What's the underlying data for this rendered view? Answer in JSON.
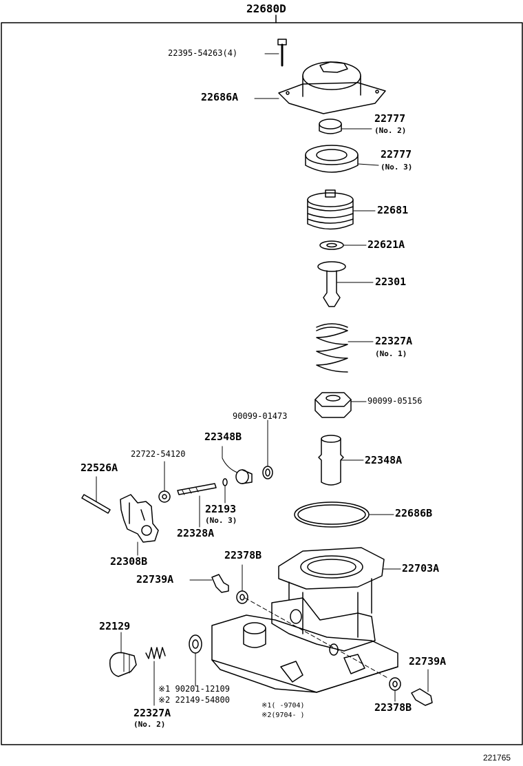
{
  "assembly": {
    "label": "22680D"
  },
  "diagram_ref": "221765",
  "parts": {
    "p_22395": "22395-54263(4)",
    "p_22686A": "22686A",
    "p_22777_2": "22777",
    "p_22777_2_sub": "(No. 2)",
    "p_22777_3": "22777",
    "p_22777_3_sub": "(No. 3)",
    "p_22681": "22681",
    "p_22621A": "22621A",
    "p_22301": "22301",
    "p_22327A_1": "22327A",
    "p_22327A_1_sub": "(No. 1)",
    "p_90099_05156": "90099-05156",
    "p_90099_01473": "90099-01473",
    "p_22348B": "22348B",
    "p_22722": "22722-54120",
    "p_22526A": "22526A",
    "p_22348A": "22348A",
    "p_22193": "22193",
    "p_22193_sub": "(No. 3)",
    "p_22328A": "22328A",
    "p_22686B": "22686B",
    "p_22308B": "22308B",
    "p_22378B_top": "22378B",
    "p_22703A": "22703A",
    "p_22739A_left": "22739A",
    "p_22129": "22129",
    "p_22739A_right": "22739A",
    "p_90201": "※1 90201-12109",
    "p_22149": "※2 22149-54800",
    "p_22327A_2": "22327A",
    "p_22327A_2_sub": "(No. 2)",
    "p_22378B_bot": "22378B"
  },
  "notes": {
    "n1": "※1(      -9704)",
    "n2": "※2(9704-      )"
  }
}
